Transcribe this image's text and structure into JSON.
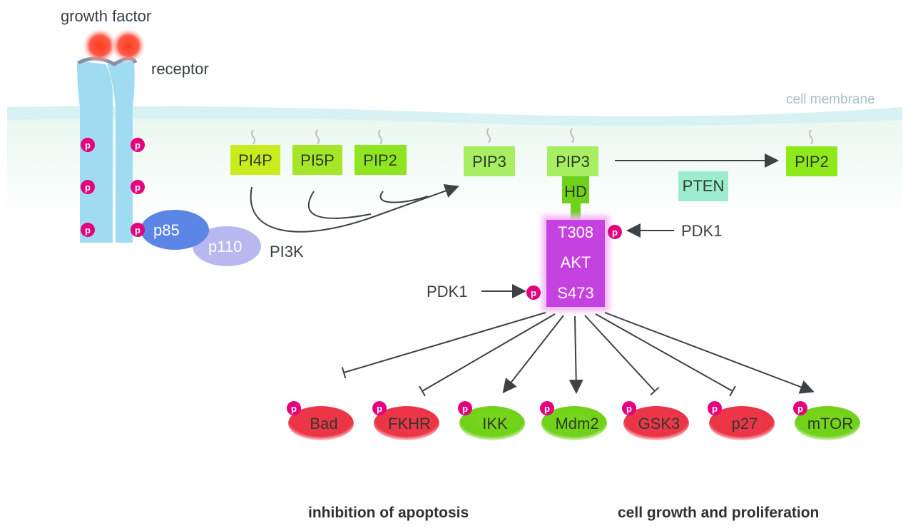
{
  "labels": {
    "growth_factor": "growth factor",
    "receptor": "receptor",
    "cell_membrane": "cell membrane",
    "pi3k": "PI3K",
    "p85": "p85",
    "p110": "p110",
    "pdk1_right": "PDK1",
    "pdk1_left": "PDK1",
    "phospho": "p"
  },
  "lipids": [
    "PI4P",
    "PI5P",
    "PIP2",
    "PIP3",
    "PIP3",
    "PIP2"
  ],
  "pten": "PTEN",
  "hd": "HD",
  "akt": {
    "t308": "T308",
    "name": "AKT",
    "s473": "S473"
  },
  "targets": [
    {
      "name": "Bad",
      "effect": "inhibit",
      "color": "#e8303a"
    },
    {
      "name": "FKHR",
      "effect": "inhibit",
      "color": "#e8303a"
    },
    {
      "name": "IKK",
      "effect": "activate",
      "color": "#6fd11a"
    },
    {
      "name": "Mdm2",
      "effect": "activate",
      "color": "#6fd11a"
    },
    {
      "name": "GSK3",
      "effect": "inhibit",
      "color": "#e8303a"
    },
    {
      "name": "p27",
      "effect": "inhibit",
      "color": "#e8303a"
    },
    {
      "name": "mTOR",
      "effect": "activate",
      "color": "#6fd11a"
    }
  ],
  "outcomes": {
    "apoptosis": "inhibition of apoptosis",
    "growth": "cell growth and proliferation"
  },
  "colors": {
    "phospho": "#e5007e",
    "akt": "#c642e0",
    "membrane": "#d8f2f4"
  }
}
